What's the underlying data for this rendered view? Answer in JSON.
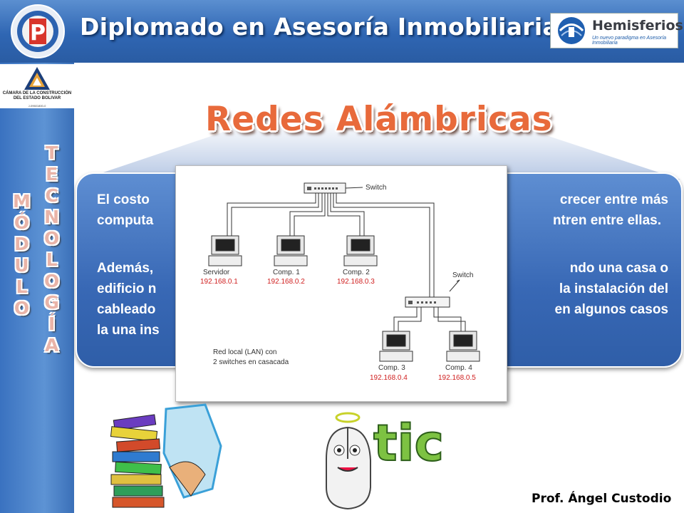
{
  "header": {
    "title": "Diplomado en Asesoría Inmobiliaria",
    "partner_name": "Hemisferios",
    "partner_tagline": "Un nuevo paradigma en Asesoría Inmobiliaria"
  },
  "sidebar": {
    "org_name": "CÁMARA DE LA CONSTRUCCIÓN DEL ESTADO BOLIVAR",
    "org_id": "J-09601800-0",
    "modulo_letters": [
      "M",
      "Ó",
      "D",
      "U",
      "L",
      "O"
    ],
    "tecnologia_letters": [
      "T",
      "E",
      "C",
      "N",
      "O",
      "L",
      "O",
      "G",
      "Í",
      "A"
    ]
  },
  "slide": {
    "title": "Redes Alámbricas",
    "paragraph1": "El costo ... crecer entre más computa... ntren entre ellas.",
    "paragraph1_lines": [
      "El costo",
      "crecer entre más",
      "computa",
      "ntren entre ellas."
    ],
    "paragraph2_lines": [
      "Además,",
      "ndo una casa o",
      "edificio n",
      "la instalación del",
      "cableado",
      "en algunos casos",
      "la una ins"
    ]
  },
  "diagram": {
    "switch_label_1": "Switch",
    "switch_label_2": "Switch",
    "computers": [
      {
        "label": "Servidor",
        "ip": "192.168.0.1"
      },
      {
        "label": "Comp. 1",
        "ip": "192.168.0.2"
      },
      {
        "label": "Comp. 2",
        "ip": "192.168.0.3"
      },
      {
        "label": "Comp. 3",
        "ip": "192.168.0.4"
      },
      {
        "label": "Comp. 4",
        "ip": "192.168.0.5"
      }
    ],
    "caption_line1": "Red local (LAN) con",
    "caption_line2": "2 switches en casacada"
  },
  "footer": {
    "author": "Prof. Ángel Custodio",
    "tic_logo_text": "tic"
  },
  "colors": {
    "header_blue": "#2f66b3",
    "panel_blue": "#3868b5",
    "title_orange": "#e86a3b",
    "ip_red": "#d02020"
  }
}
